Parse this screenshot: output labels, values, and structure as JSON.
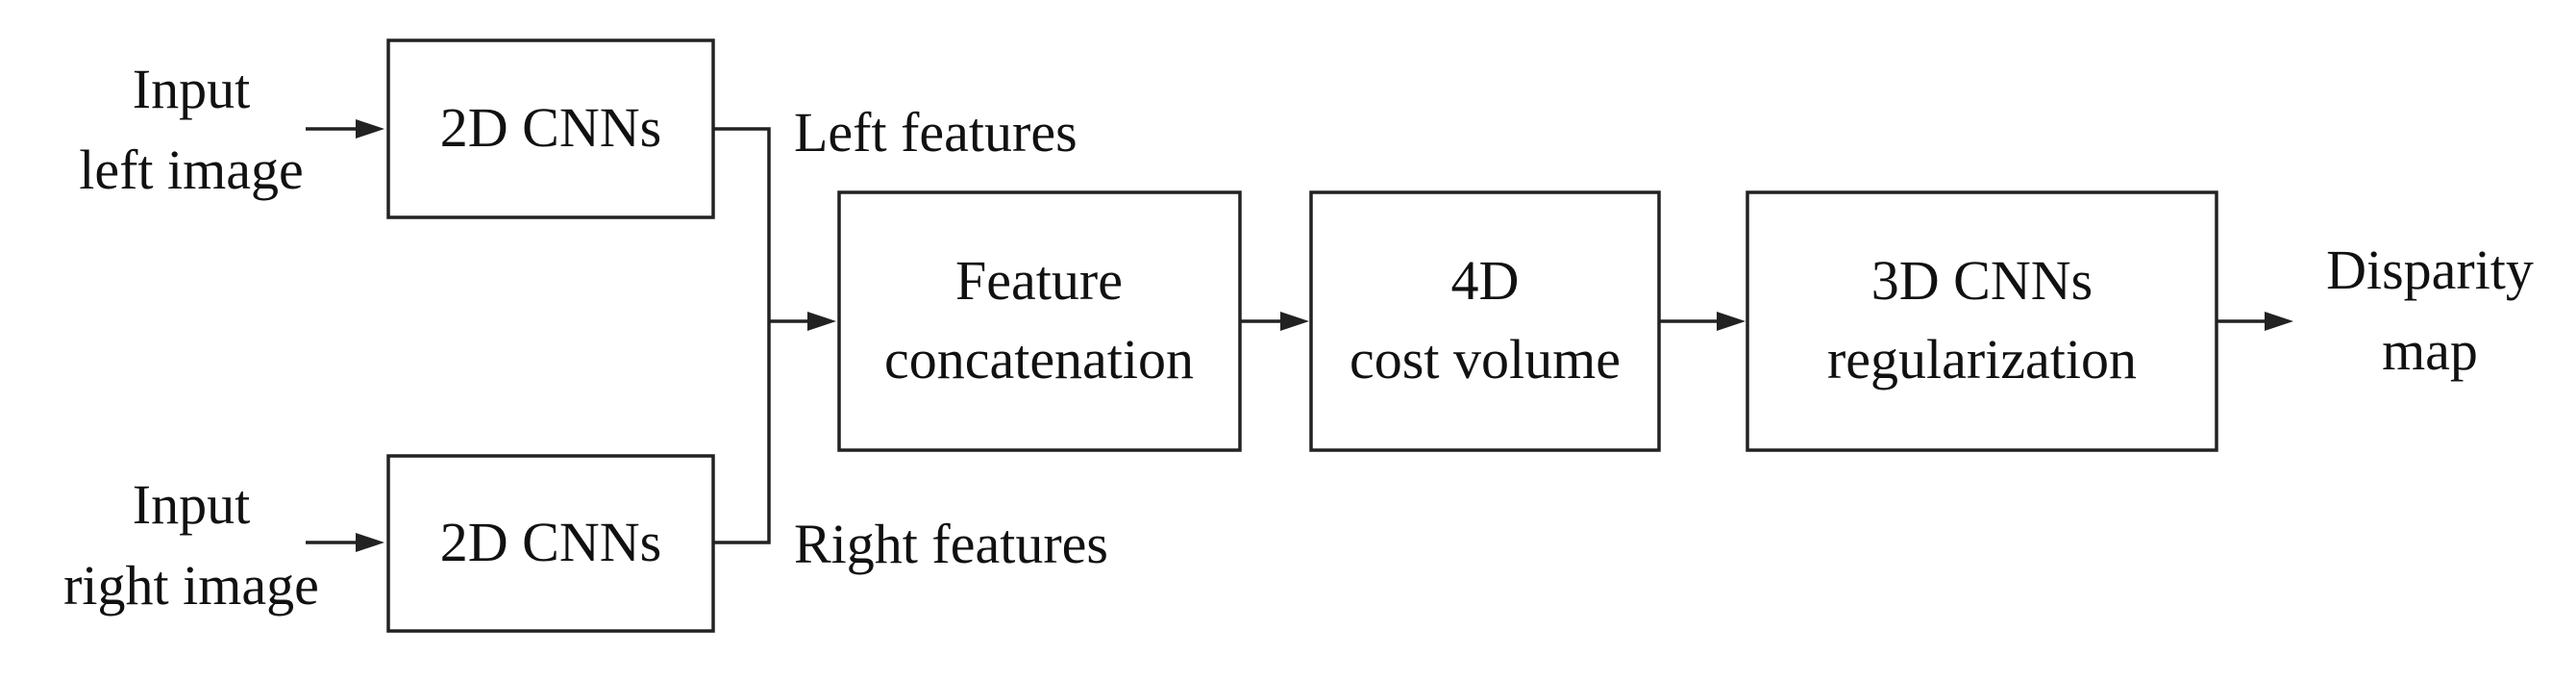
{
  "inputs": {
    "left": {
      "line1": "Input",
      "line2": "left image"
    },
    "right": {
      "line1": "Input",
      "line2": "right image"
    }
  },
  "cnn_left": {
    "label": "2D CNNs"
  },
  "cnn_right": {
    "label": "2D CNNs"
  },
  "features": {
    "left_label": "Left features",
    "right_label": "Right features"
  },
  "concat": {
    "line1": "Feature",
    "line2": "concatenation"
  },
  "cost_volume": {
    "line1": "4D",
    "line2": "cost volume"
  },
  "regularization": {
    "line1": "3D CNNs",
    "line2": "regularization"
  },
  "output": {
    "line1": "Disparity",
    "line2": "map"
  }
}
